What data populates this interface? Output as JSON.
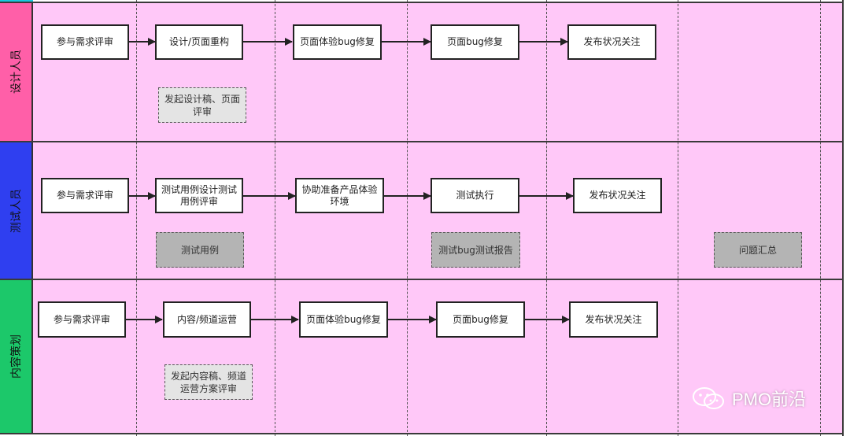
{
  "lanes": [
    {
      "label": "设计人员",
      "color": "#ff5fa8"
    },
    {
      "label": "测试人员",
      "color": "#2f3ff0"
    },
    {
      "label": "内容策划",
      "color": "#1cc86a"
    }
  ],
  "design": {
    "steps": [
      "参与需求评审",
      "设计/页面重构",
      "页面体验bug修复",
      "页面bug修复",
      "发布状况关注"
    ],
    "note": "发起设计稿、页面评审"
  },
  "test": {
    "steps": [
      "参与需求评审",
      "测试用例设计测试用例评审",
      "协助准备产品体验环境",
      "测试执行",
      "发布状况关注"
    ],
    "notes": [
      "测试用例",
      "测试bug测试报告",
      "问题汇总"
    ]
  },
  "content": {
    "steps": [
      "参与需求评审",
      "内容/频道运营",
      "页面体验bug修复",
      "页面bug修复",
      "发布状况关注"
    ],
    "note": "发起内容稿、频道运营方案评审"
  },
  "watermark": "PMO前沿",
  "colors": {
    "lane_bg": "#ffc8f8",
    "note_light": "#e4e4e4",
    "note_dark": "#b4b4b4"
  }
}
